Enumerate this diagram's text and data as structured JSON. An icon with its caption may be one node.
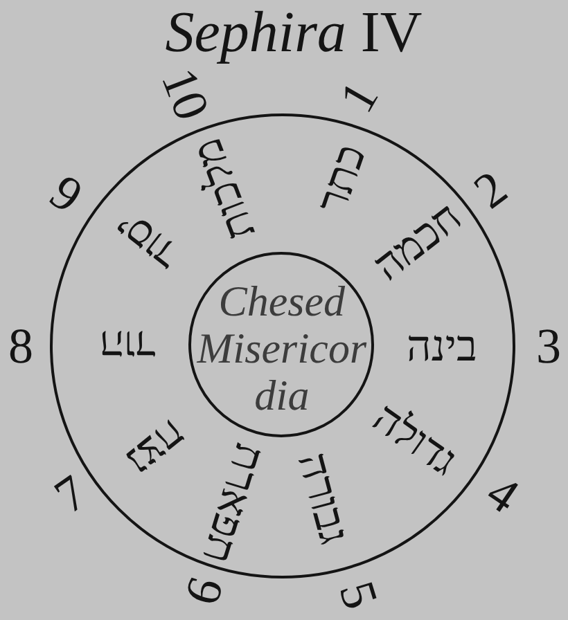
{
  "diagram": {
    "title": "*Sephira* IV",
    "nodes": [
      {
        "text": [],
        "shape": "circle"
      },
      {
        "text": [
          "Chesed",
          "Misericor dia"
        ],
        "in": 0
      }
    ],
    "labels": [
      "1",
      "כתר",
      "2",
      "חכמה",
      "3",
      "בינה",
      "4",
      "גדולה",
      "5",
      "גבורה",
      "6",
      "תפארת",
      "7",
      "נצח",
      "8",
      "הוד",
      "9",
      "יסוד",
      "10",
      "מלכות"
    ]
  }
}
